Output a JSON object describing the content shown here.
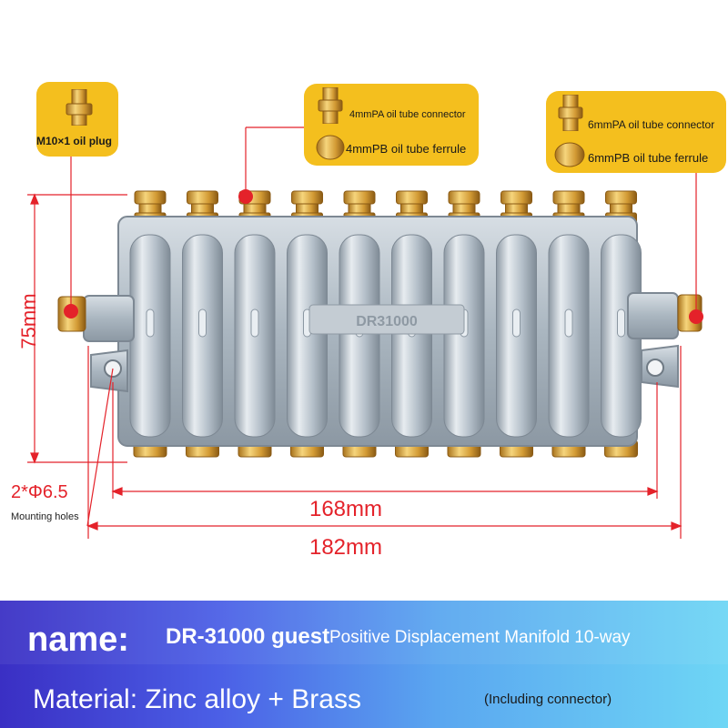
{
  "callouts": {
    "plug": {
      "label": "M10×1 oil plug"
    },
    "small": {
      "connector": "4mmPA oil tube connector",
      "ferrule": "4mmPB oil tube ferrule"
    },
    "large": {
      "connector": "6mmPA oil tube connector",
      "ferrule": "6mmPB oil tube ferrule"
    }
  },
  "product": {
    "engraving": "DR31000"
  },
  "dimensions": {
    "height": "75mm",
    "hole_spacing": "168mm",
    "overall_length": "182mm",
    "holes_spec": "2*Φ6.5",
    "holes_label": "Mounting holes"
  },
  "banner": {
    "name_label": "name:",
    "model": "DR-31000 guest",
    "description": "Positive Displacement Manifold 10-way",
    "material": "Material: Zinc alloy + Brass",
    "note": "(Including connector)"
  },
  "colors": {
    "accent": "#e4222a",
    "callout": "#f4bf1e",
    "brass": "#d9a441",
    "metal": "#b8c3cc"
  }
}
